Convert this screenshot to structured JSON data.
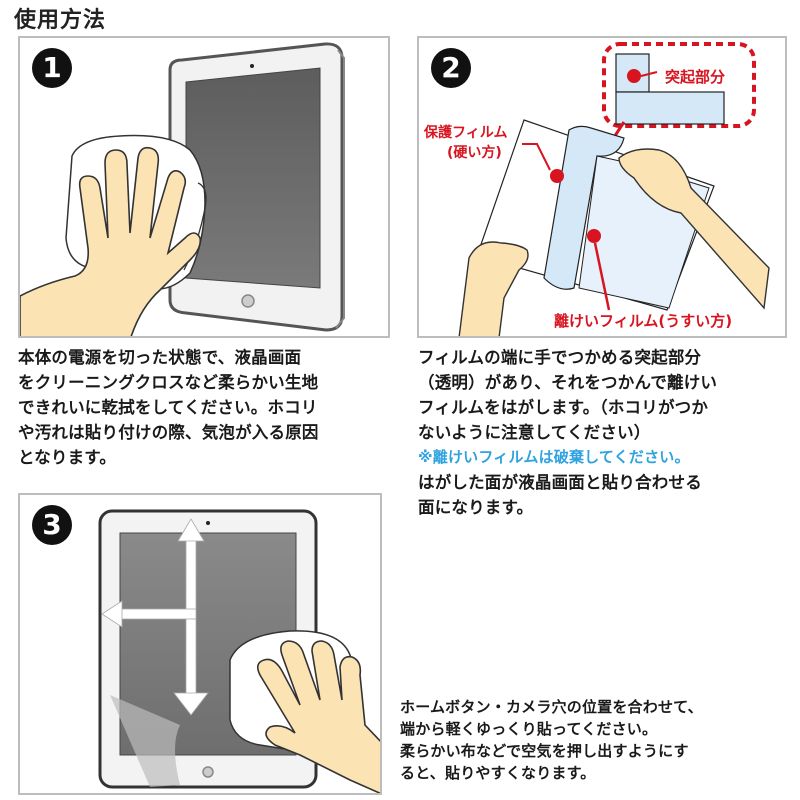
{
  "page_title": "使用方法",
  "steps": [
    {
      "number": "1",
      "illustration": "hand-wiping-tablet-with-cloth",
      "description_lines": [
        "本体の電源を切った状態で、液晶画面",
        "をクリーニングクロスなど柔らかい生地",
        "できれいに乾拭をしてください。ホコリ",
        "や汚れは貼り付けの際、気泡が入る原因",
        "となります。"
      ]
    },
    {
      "number": "2",
      "illustration": "peeling-release-film-from-protective-film",
      "labels": {
        "protrusion": "突起部分",
        "protective_film": "保護フィルム",
        "protective_film_sub": "(硬い方)",
        "release_film": "離けいフィルム(うすい方)"
      },
      "description_lines": [
        "フィルムの端に手でつかめる突起部分",
        "（透明）があり、それをつかんで離けい",
        "フィルムをはがします。（ホコリがつか",
        "ないように注意してください）"
      ],
      "note": "※離けいフィルムは破棄してください。",
      "description_after_note": [
        "はがした面が液晶画面と貼り合わせる",
        "面になります。"
      ]
    },
    {
      "number": "3",
      "illustration": "applying-film-to-tablet-with-cloth",
      "description_lines": [
        "ホームボタン・カメラ穴の位置を合わせて、",
        "端から軽くゆっくり貼ってください。",
        "柔らかい布などで空気を押し出すようにす",
        "ると、貼りやすくなります。"
      ]
    }
  ],
  "colors": {
    "label_red": "#d7141f",
    "note_blue": "#2ea3e0",
    "skin": "#fbe3b4",
    "film_blue": "#d5e8f7",
    "screen_gray": "#6b6b6b",
    "panel_border": "#bdbdbd"
  }
}
